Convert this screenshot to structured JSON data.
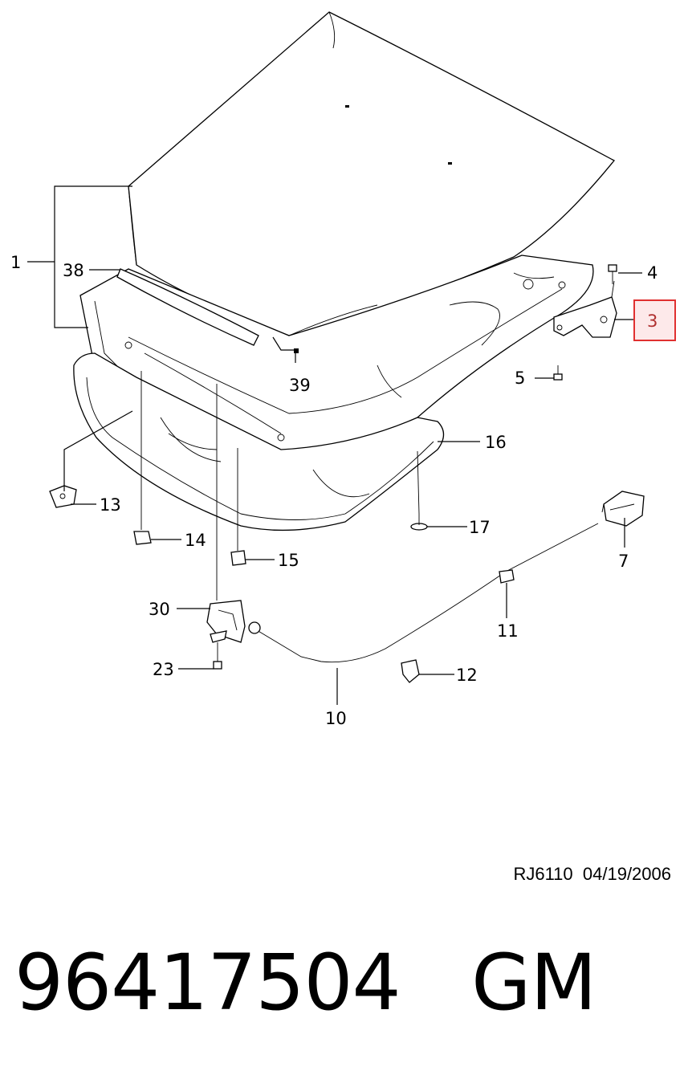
{
  "callouts": [
    {
      "id": "1",
      "label": "1"
    },
    {
      "id": "3",
      "label": "3",
      "highlighted": true
    },
    {
      "id": "4",
      "label": "4"
    },
    {
      "id": "5",
      "label": "5"
    },
    {
      "id": "7",
      "label": "7"
    },
    {
      "id": "10",
      "label": "10"
    },
    {
      "id": "11",
      "label": "11"
    },
    {
      "id": "12",
      "label": "12"
    },
    {
      "id": "13",
      "label": "13"
    },
    {
      "id": "14",
      "label": "14"
    },
    {
      "id": "15",
      "label": "15"
    },
    {
      "id": "16",
      "label": "16"
    },
    {
      "id": "17",
      "label": "17"
    },
    {
      "id": "23",
      "label": "23"
    },
    {
      "id": "30",
      "label": "30"
    },
    {
      "id": "38",
      "label": "38"
    },
    {
      "id": "39",
      "label": "39"
    }
  ],
  "highlight_color": "#e03030",
  "drawing_ref": "RJ6110",
  "drawing_date": "04/19/2006",
  "part_number": "96417504",
  "brand": "GM"
}
